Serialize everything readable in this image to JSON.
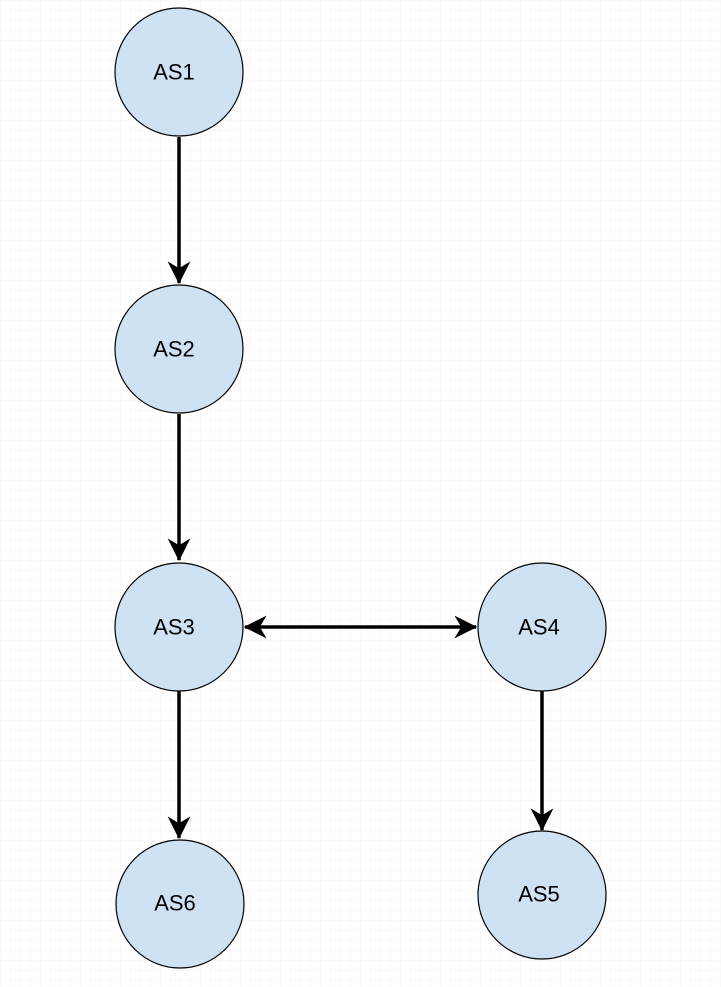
{
  "diagram": {
    "nodes": [
      {
        "id": "as1",
        "label": "AS1"
      },
      {
        "id": "as2",
        "label": "AS2"
      },
      {
        "id": "as3",
        "label": "AS3"
      },
      {
        "id": "as4",
        "label": "AS4"
      },
      {
        "id": "as5",
        "label": "AS5"
      },
      {
        "id": "as6",
        "label": "AS6"
      }
    ],
    "edges": [
      {
        "from": "as1",
        "to": "as2",
        "direction": "forward"
      },
      {
        "from": "as2",
        "to": "as3",
        "direction": "forward"
      },
      {
        "from": "as3",
        "to": "as4",
        "direction": "both"
      },
      {
        "from": "as3",
        "to": "as6",
        "direction": "forward"
      },
      {
        "from": "as4",
        "to": "as5",
        "direction": "forward"
      }
    ],
    "colors": {
      "node_fill": "#cfe2f3",
      "node_stroke": "#000000",
      "edge": "#000000"
    }
  }
}
